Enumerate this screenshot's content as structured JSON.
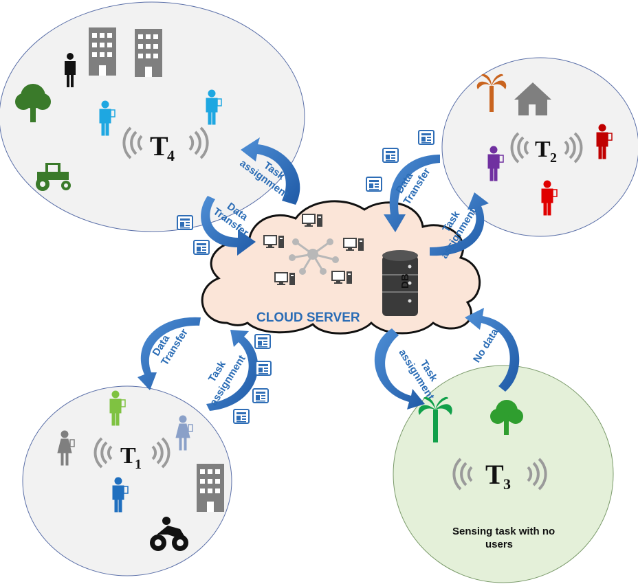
{
  "cloud": {
    "label": "CLOUD SERVER",
    "db_label": "DB"
  },
  "regions": {
    "t4": {
      "label": "T",
      "sub": "4"
    },
    "t2": {
      "label": "T",
      "sub": "2"
    },
    "t1": {
      "label": "T",
      "sub": "1"
    },
    "t3": {
      "label": "T",
      "sub": "3",
      "note_line1": "Sensing task with no",
      "note_line2": "users"
    }
  },
  "arrows": {
    "t4_task": {
      "line1": "Task",
      "line2": "assignment"
    },
    "t4_data": {
      "line1": "Data",
      "line2": "Transfer"
    },
    "t2_data": {
      "line1": "Data",
      "line2": "Transfer"
    },
    "t2_task": {
      "line1": "Task",
      "line2": "assignment"
    },
    "t1_data": {
      "line1": "Data",
      "line2": "Transfer"
    },
    "t1_task": {
      "line1": "Task",
      "line2": "assignment"
    },
    "t3_task": {
      "line1": "Task",
      "line2": "assignment"
    },
    "t3_nodata": {
      "line1": "No data"
    }
  },
  "colors": {
    "region_fill": "#f2f2f2",
    "region_t3_fill": "#e4f0d9",
    "cloud_fill": "#fbe5d8",
    "arrow_blue": "#2e6db6",
    "label_blue": "#2a6cb5",
    "building_gray": "#7f7f7f",
    "tree_green": "#3a7a2a"
  }
}
